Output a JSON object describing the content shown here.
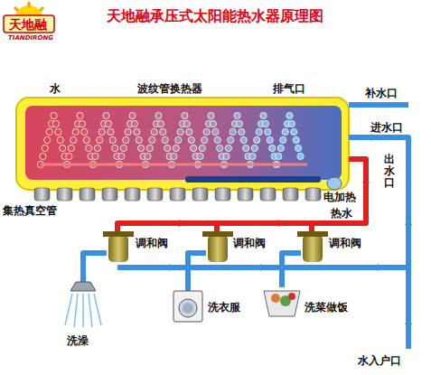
{
  "diagram": {
    "title": "天地融承压式太阳能热水器原理图",
    "labels": [
      "天地融",
      "TIANDIRONG",
      "水",
      "波纹管换热器",
      "排气口",
      "补水口",
      "进水口",
      "出水口",
      "集热真空管",
      "电加热",
      "热水",
      "调和阀",
      "调和阀",
      "调和阀",
      "洗澡",
      "洗衣服",
      "洗菜做饭",
      "水入户口"
    ]
  }
}
